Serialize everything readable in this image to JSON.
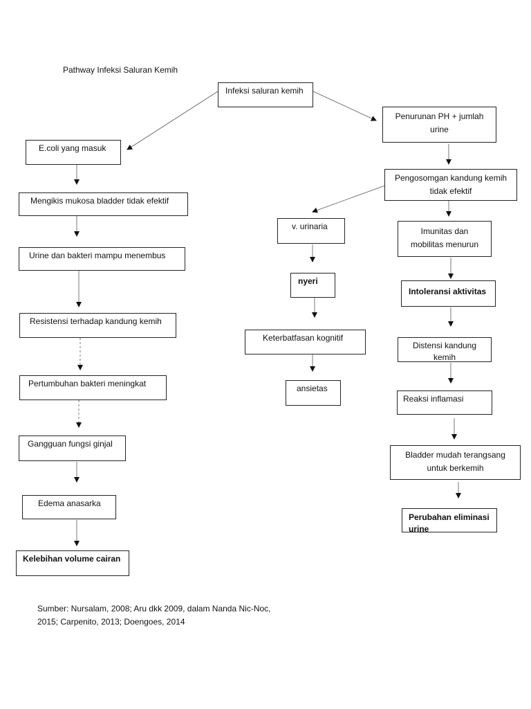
{
  "title": "Pathway Infeksi Saluran Kemih",
  "nodes": {
    "root": "Infeksi saluran kemih",
    "ecoli": "E.coli yang masuk",
    "mengikis": "Mengikis mukosa bladder tidak efektif",
    "urine_bakteri": "Urine dan bakteri mampu menembus",
    "resistensi": "Resistensi terhadap kandung kemih",
    "pertumbuhan": "Pertumbuhan bakteri  meningkat",
    "gangguan": "Gangguan fungsi ginjal",
    "edema": "Edema anasarka",
    "kelebihan": "Kelebihan volume cairan",
    "penurunan_1": "Penurunan PH + jumlah",
    "penurunan_2": "urine",
    "pengosongan_1": "Pengosomgan kandung kemih",
    "pengosongan_2": "tidak efektif",
    "v_urinaria": "v. urinaria",
    "nyeri": "nyeri",
    "keterbatasan": "Keterbatfasan kognitif",
    "ansietas": "ansietas",
    "imunitas_1": "Imunitas dan",
    "imunitas_2": "mobilitas menurun",
    "intoleransi": "Intoleransi aktivitas",
    "distensi_1": "Distensi kandung",
    "distensi_2": "kemih",
    "reaksi": "Reaksi inflamasi",
    "bladder_1": "Bladder mudah terangsang",
    "bladder_2": "untuk berkemih",
    "perubahan_1": "Perubahan eliminasi",
    "perubahan_2": "urine"
  },
  "source": {
    "line1": "Sumber: Nursalam, 2008; Aru dkk 2009, dalam Nanda Nic-Noc,",
    "line2": "2015; Carpenito, 2013; Doengoes, 2014"
  }
}
